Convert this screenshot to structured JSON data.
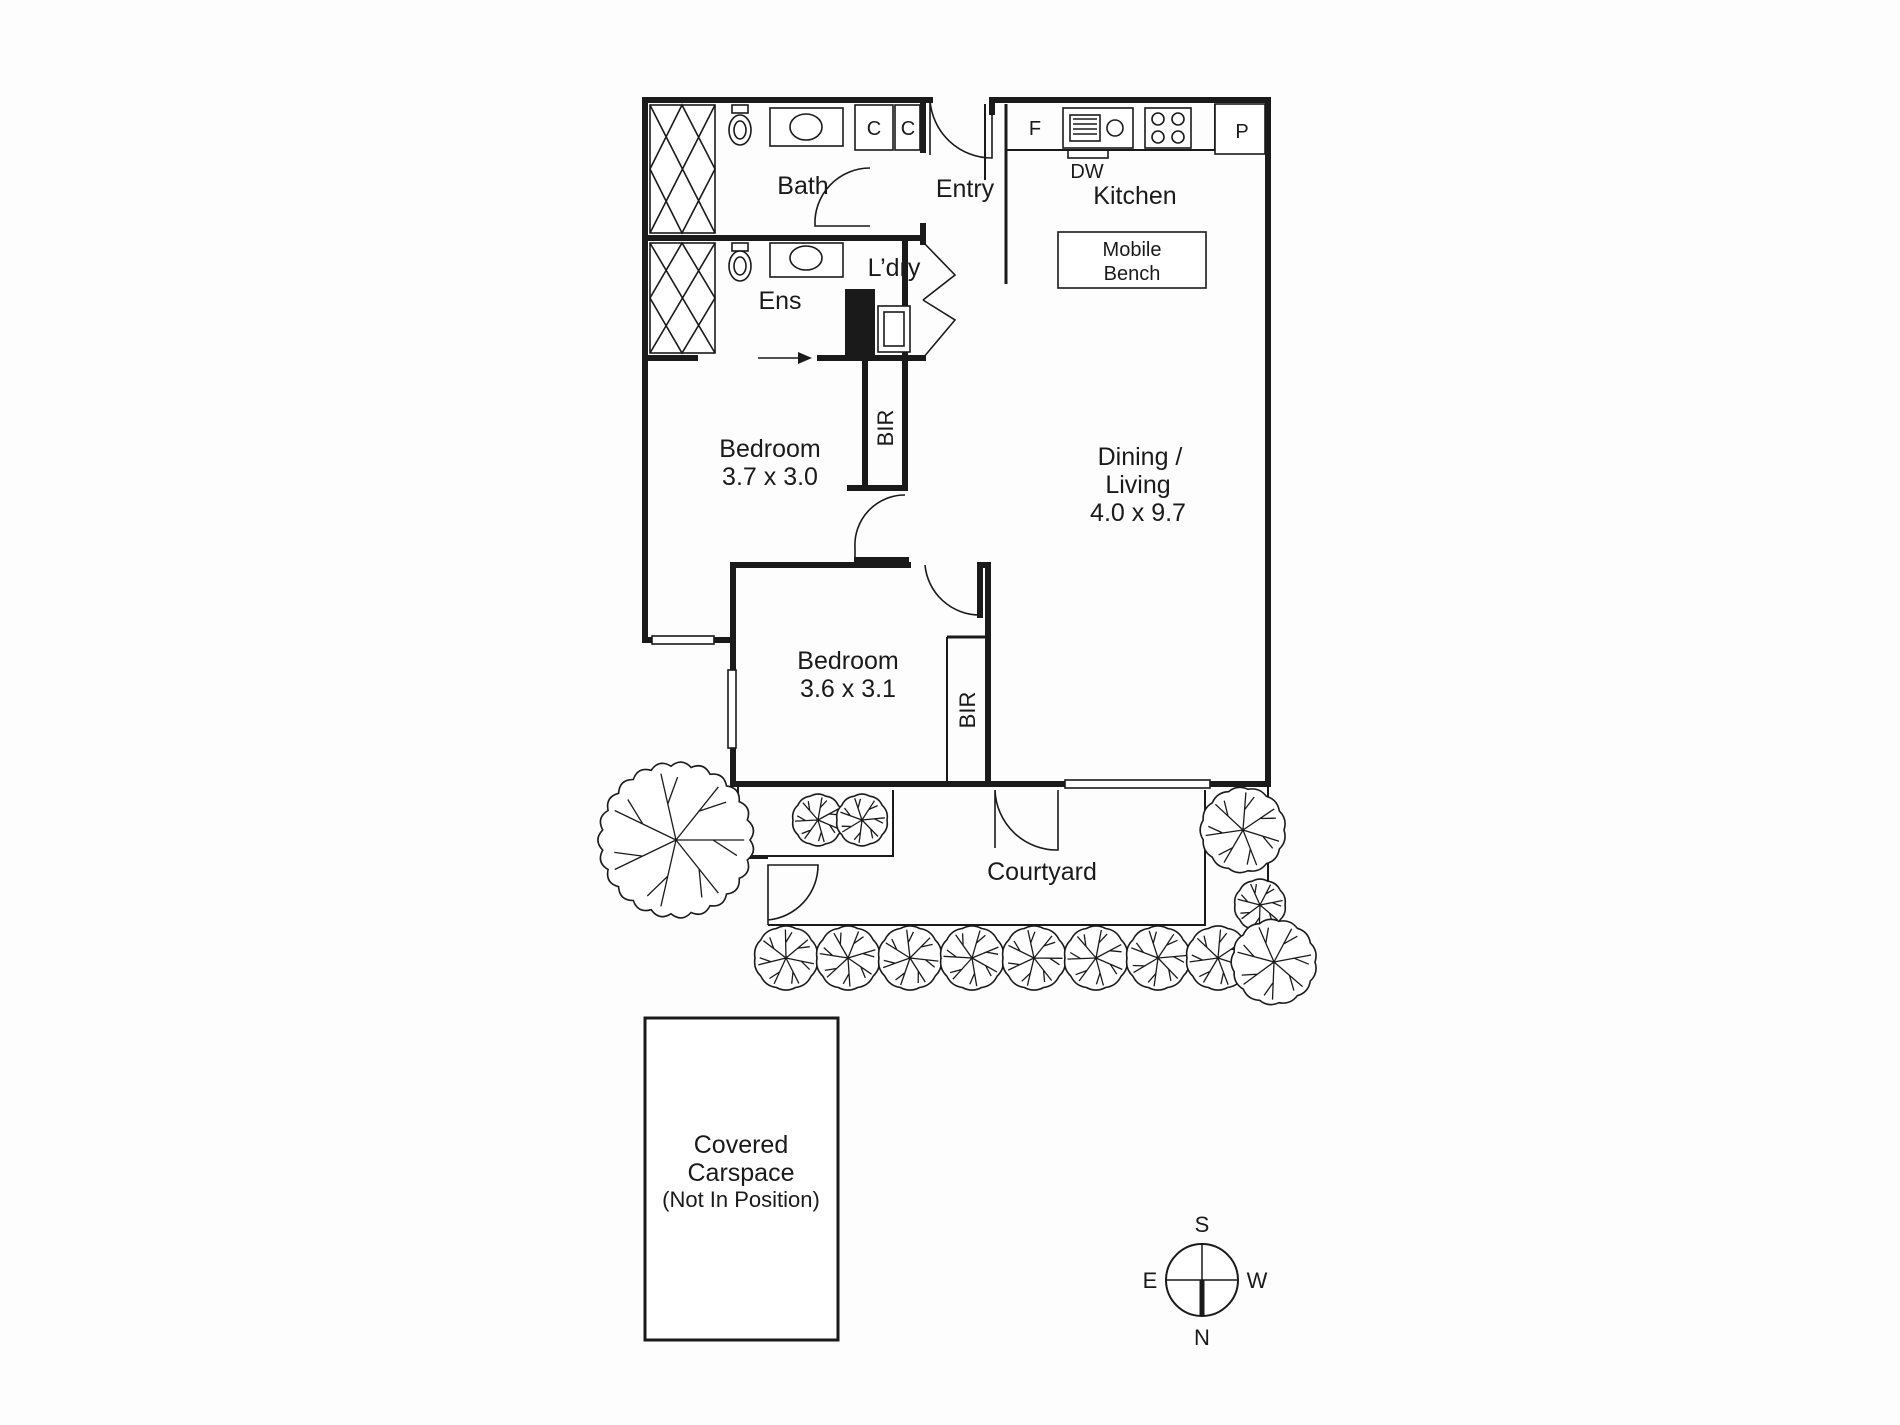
{
  "rooms": {
    "bath": "Bath",
    "entry": "Entry",
    "kitchen": "Kitchen",
    "fridge": "F",
    "pantry": "P",
    "dishwasher": "DW",
    "cupboard_1": "C",
    "cupboard_2": "C",
    "mobile_bench_line1": "Mobile",
    "mobile_bench_line2": "Bench",
    "ensuite": "Ens",
    "laundry": "L’dry",
    "bir_1": "BIR",
    "bir_2": "BIR",
    "bedroom_1_name": "Bedroom",
    "bedroom_1_size": "3.7 x 3.0",
    "bedroom_2_name": "Bedroom",
    "bedroom_2_size": "3.6 x 3.1",
    "living_line1": "Dining /",
    "living_line2": "Living",
    "living_size": "4.0 x 9.7",
    "courtyard": "Courtyard",
    "carspace_line1": "Covered",
    "carspace_line2": "Carspace",
    "carspace_line3": "(Not In Position)"
  },
  "compass": {
    "north": "N",
    "south": "S",
    "east": "E",
    "west": "W"
  }
}
